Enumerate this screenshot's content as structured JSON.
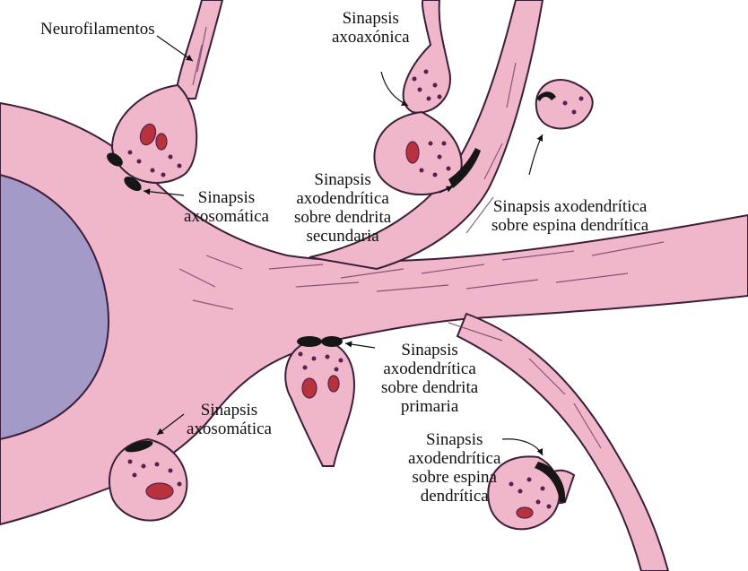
{
  "colors": {
    "cytoplasm": "#f0b6c9",
    "outline": "#3b1f3a",
    "nucleus": "#a39ac8",
    "vesicle": "#5a1f4f",
    "mitochondria": "#b8323c",
    "synapse": "#161616"
  },
  "labels": {
    "neurofilamentos": [
      "Neurofilamentos"
    ],
    "axoaxonica": [
      "Sinapsis",
      "axoaxónica"
    ],
    "axosomatica_top": [
      "Sinapsis",
      "axosomática"
    ],
    "axodendritica_secundaria": [
      "Sinapsis",
      "axodendrítica",
      "sobre dendrita",
      "secundaria"
    ],
    "axodendritica_espina_top": [
      "Sinapsis axodendrítica",
      "sobre espina dendrítica"
    ],
    "axodendritica_primaria": [
      "Sinapsis",
      "axodendrítica",
      "sobre dendrita",
      "primaria"
    ],
    "axosomatica_bottom": [
      "Sinapsis",
      "axosomática"
    ],
    "axodendritica_espina_bottom": [
      "Sinapsis",
      "axodendrítica",
      "sobre espina",
      "dendrítica"
    ]
  }
}
